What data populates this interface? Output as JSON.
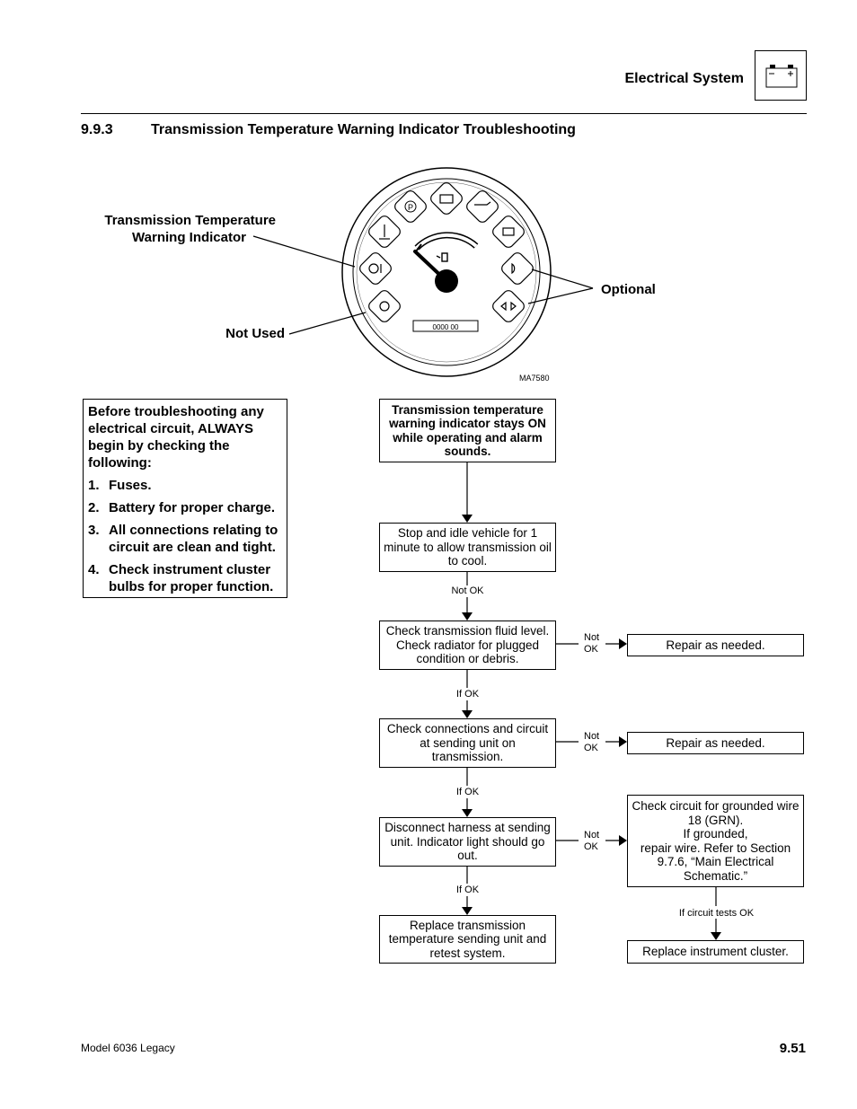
{
  "header": {
    "title": "Electrical System",
    "icon": "battery-icon"
  },
  "section": {
    "number": "9.9.3",
    "title": "Transmission Temperature Warning Indicator Troubleshooting"
  },
  "figure": {
    "callout_trans_temp_line1": "Transmission Temperature",
    "callout_trans_temp_line2": "Warning Indicator",
    "callout_optional": "Optional",
    "callout_not_used": "Not Used",
    "odometer": "0000 00",
    "figure_id": "MA7580"
  },
  "note": {
    "intro": "Before troubleshooting any electrical circuit, ALWAYS begin by checking the following:",
    "items": [
      {
        "num": "1.",
        "text": "Fuses."
      },
      {
        "num": "2.",
        "text": "Battery for proper charge."
      },
      {
        "num": "3.",
        "text": "All connections relating to circuit are clean and tight."
      },
      {
        "num": "4.",
        "text": "Check instrument cluster bulbs for proper function."
      }
    ]
  },
  "flow": {
    "start": "Transmission temperature warning indicator stays ON while operating and alarm sounds.",
    "step1": "Stop and idle vehicle for 1 minute to allow transmission oil to cool.",
    "step1_label": "Not OK",
    "step2": "Check transmission fluid level. Check radiator for plugged condition or debris.",
    "step2_not_ok": "Not\nOK",
    "step2_fix": "Repair as needed.",
    "step2_label": "If OK",
    "step3": "Check connections and circuit at sending unit on transmission.",
    "step3_not_ok": "Not\nOK",
    "step3_fix": "Repair as needed.",
    "step3_label": "If OK",
    "step4": "Disconnect harness at sending unit. Indicator light should go out.",
    "step4_not_ok": "Not\nOK",
    "step4_fix": "Check circuit for grounded wire 18 (GRN).\nIf grounded,\nrepair wire. Refer to Section 9.7.6, “Main Electrical Schematic.”",
    "step4_fix_label": "If circuit tests OK",
    "step4_fix_result": "Replace instrument cluster.",
    "step4_label": "If OK",
    "step5": "Replace transmission temperature sending unit and retest system."
  },
  "footer": {
    "model": "Model  6036 Legacy",
    "page": "9.51"
  }
}
